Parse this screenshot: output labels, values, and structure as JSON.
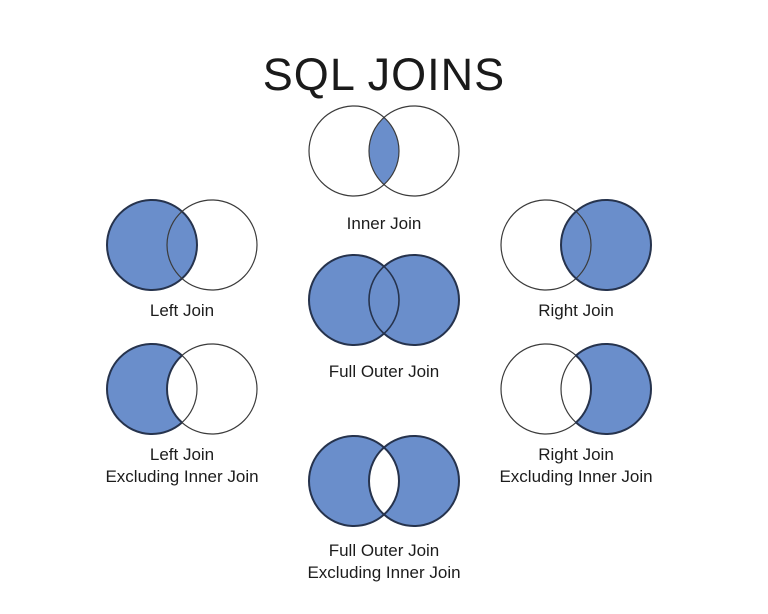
{
  "title": "SQL JOINS",
  "colors": {
    "fill_blue": "#6A8ECB",
    "fill_white": "#ffffff",
    "stroke_thin": "#3b3b3b",
    "stroke_thick": "#26334d",
    "background": "#ffffff",
    "text": "#1c1c1c"
  },
  "diagrams": [
    {
      "id": "inner-join",
      "type": "inner",
      "shaded_regions": [
        "intersection"
      ],
      "label_lines": [
        "Inner Join"
      ]
    },
    {
      "id": "left-join",
      "type": "left",
      "shaded_regions": [
        "left",
        "intersection"
      ],
      "label_lines": [
        "Left Join"
      ]
    },
    {
      "id": "right-join",
      "type": "right",
      "shaded_regions": [
        "right",
        "intersection"
      ],
      "label_lines": [
        "Right Join"
      ]
    },
    {
      "id": "full-outer-join",
      "type": "outer",
      "shaded_regions": [
        "left",
        "intersection",
        "right"
      ],
      "label_lines": [
        "Full Outer Join"
      ]
    },
    {
      "id": "left-join-excluding-inner-join",
      "type": "left_ex",
      "shaded_regions": [
        "left"
      ],
      "label_lines": [
        "Left Join",
        "Excluding Inner Join"
      ]
    },
    {
      "id": "right-join-excluding-inner-join",
      "type": "right_ex",
      "shaded_regions": [
        "right"
      ],
      "label_lines": [
        "Right Join",
        "Excluding Inner Join"
      ]
    },
    {
      "id": "full-outer-join-excluding-inner-join",
      "type": "outer_ex",
      "shaded_regions": [
        "left",
        "right"
      ],
      "label_lines": [
        "Full Outer Join",
        "Excluding Inner Join"
      ]
    }
  ]
}
